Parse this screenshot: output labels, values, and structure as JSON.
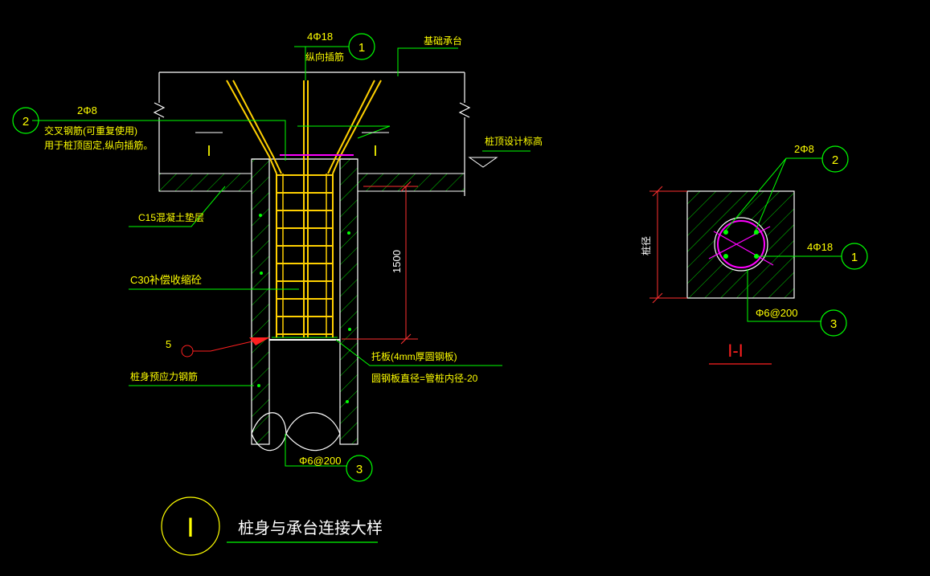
{
  "colors": {
    "background": "#000000",
    "rebar": "#ffff00",
    "outline": "#ffffff",
    "leader": "#00ff00",
    "stirrup_ring": "#ff00ff",
    "hatch": "#00ff00",
    "marker_red": "#ff2020"
  },
  "main_detail": {
    "long_bar_label": "4Φ18",
    "long_bar_desc": "纵向插筋",
    "cap_label": "基础承台",
    "cross_bar_label": "2Φ8",
    "cross_bar_desc1": "交叉钢筋(可重复使用)",
    "cross_bar_desc2": "用于桩顶固定,纵向插筋。",
    "section_mark_left": "I",
    "section_mark_right": "I",
    "pile_top_label": "桩顶设计标高",
    "cushion_label": "C15混凝土垫层",
    "infill_label": "C30补偿收缩砼",
    "dimension_1500": "1500",
    "item5_label": "5",
    "plate_label1": "托板(4mm厚圆钢板)",
    "plate_label2": "圆钢板直径=管桩内径-20",
    "prestress_label": "桩身预应力钢筋",
    "stirrup_label": "Φ6@200",
    "bubble_1": "1",
    "bubble_2": "2",
    "bubble_3": "3"
  },
  "section_view": {
    "cross_bar_label": "2Φ8",
    "long_bar_label": "4Φ18",
    "stirrup_label": "Φ6@200",
    "diameter_label": "桩径",
    "title": "I-I",
    "bubble_1": "1",
    "bubble_2": "2",
    "bubble_3": "3"
  },
  "title_block": {
    "symbol": "I",
    "title": "桩身与承台连接大样"
  }
}
